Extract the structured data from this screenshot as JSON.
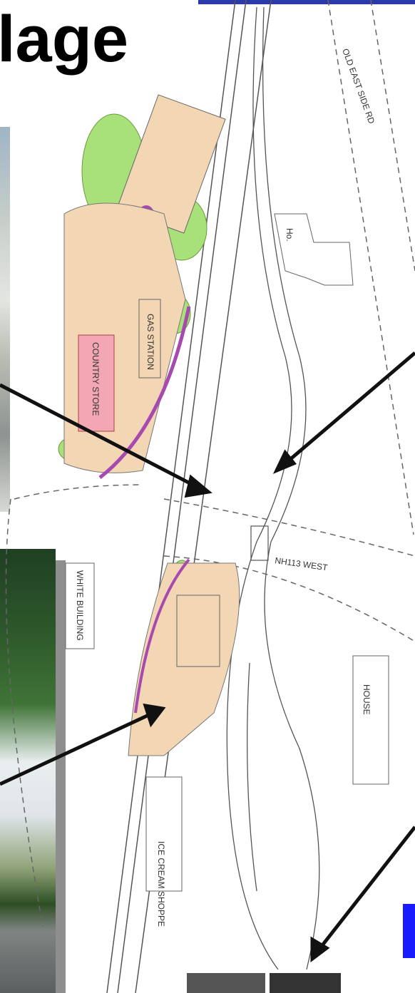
{
  "title": "lage",
  "map": {
    "road_label": "OLD EAST SIDE RD",
    "crossing_label": "NH113 WEST",
    "house_label_short": "Ho.",
    "house_label": "HOUSE",
    "building_label": "WHITE BUILDING",
    "gas_station_label": "GAS STATION",
    "country_store_label": "COUNTRY STORE",
    "ice_cream_label": "ICE CREAM SHOPPE"
  },
  "colors": {
    "parking": "#f3d6b4",
    "trees": "#a8e07a",
    "purple": "#a64ab0",
    "store": "#f3a6b4",
    "accent_blue": "#1a1aff"
  }
}
